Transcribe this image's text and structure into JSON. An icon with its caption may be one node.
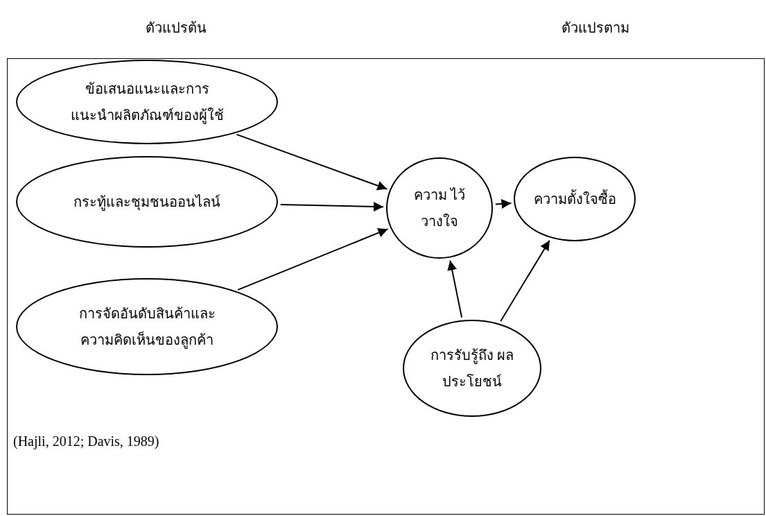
{
  "diagram": {
    "nodes": [
      {
        "text": [
          "(Hajli, 2012; Davis, 1989)"
        ]
      },
      {
        "text": [
          "ข้อเสนอแนะและการ แนะนำผลิตภัณฑ์ของผู้ใช้"
        ],
        "in": 0
      },
      {
        "text": [
          "กระทู้และชุมชนออนไลน์"
        ],
        "in": 0
      },
      {
        "text": [
          "การจัดอันดับสินค้าและ ความคิดเห็นของลูกค้า"
        ],
        "in": 0
      },
      {
        "text": [
          "ความ ไว้วางใจ"
        ],
        "in": 0
      },
      {
        "text": [
          "ความตั้งใจซื้อ"
        ],
        "in": 0
      },
      {
        "text": [
          "การรับรู้ถึง ผลประโยชน์"
        ],
        "in": 0
      }
    ],
    "edges": [
      {
        "from": 1,
        "to": 4,
        "arrow": "to"
      },
      {
        "from": 2,
        "to": 4,
        "arrow": "to"
      },
      {
        "from": 3,
        "to": 4,
        "arrow": "to"
      },
      {
        "from": 4,
        "to": 5,
        "arrow": "to"
      },
      {
        "from": 6,
        "to": 4,
        "arrow": "to"
      },
      {
        "from": 6,
        "to": 5,
        "arrow": "to"
      }
    ],
    "labels": [
      "ตัวแปรต้น",
      "ตัวแปรตาม"
    ]
  }
}
